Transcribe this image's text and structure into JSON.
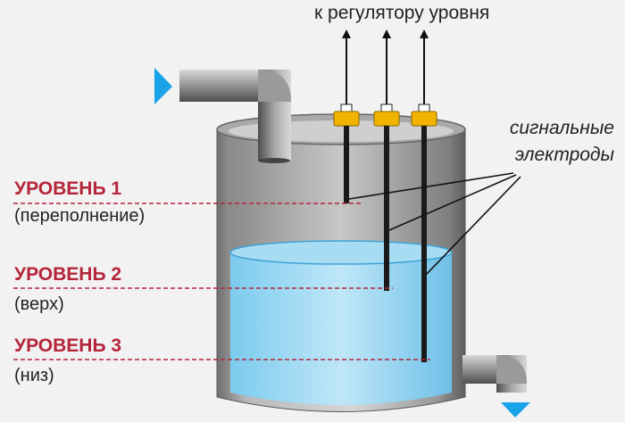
{
  "labels": {
    "top": "к регулятору уровня",
    "signal_line1": "сигнальные",
    "signal_line2": "электроды",
    "levels": [
      {
        "title": "УРОВЕНЬ 1",
        "desc": "(переполнение)"
      },
      {
        "title": "УРОВЕНЬ 2",
        "desc": "(верх)"
      },
      {
        "title": "УРОВЕНЬ 3",
        "desc": "(низ)"
      }
    ]
  },
  "colors": {
    "level_text": "#b5253a",
    "dashed_line": "#b5253a",
    "water": "#8fd2f0",
    "arrow_accent": "#1aa3e8",
    "connector": "#f2b400"
  }
}
